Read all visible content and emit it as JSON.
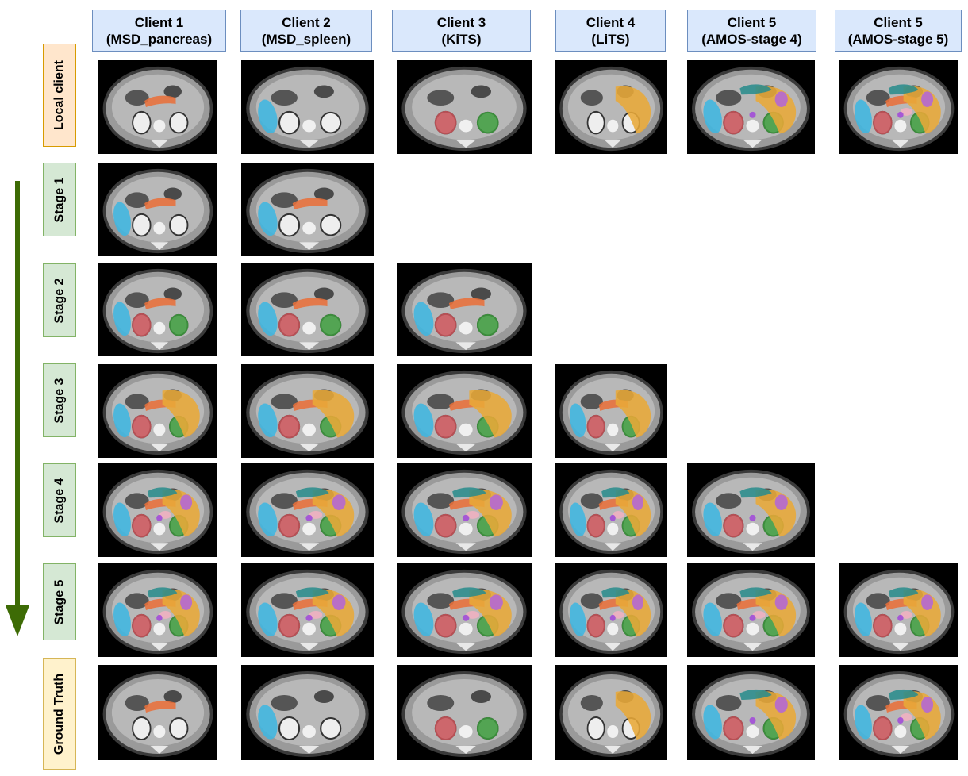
{
  "columns": [
    {
      "title": "Client 1\n(MSD_pancreas)"
    },
    {
      "title": "Client 2\n(MSD_spleen)"
    },
    {
      "title": "Client 3\n(KiTS)"
    },
    {
      "title": "Client 4\n(LiTS)"
    },
    {
      "title": "Client 5\n(AMOS-stage 4)"
    },
    {
      "title": "Client 5\n(AMOS-stage 5)"
    }
  ],
  "rows": [
    {
      "label": "Local client",
      "kind": "local"
    },
    {
      "label": "Stage 1",
      "kind": "stage"
    },
    {
      "label": "Stage 2",
      "kind": "stage"
    },
    {
      "label": "Stage 3",
      "kind": "stage"
    },
    {
      "label": "Stage 4",
      "kind": "stage"
    },
    {
      "label": "Stage 5",
      "kind": "stage"
    },
    {
      "label": "Ground Truth",
      "kind": "gt"
    }
  ],
  "arrow_color": "#3d6b05",
  "organ_colors": {
    "spleen": "#3fb6e0",
    "kidney_right": "#c8545a",
    "kidney_left": "#3e9a3e",
    "pancreas": "#e8703a",
    "liver": "#e8a838",
    "stomach": "#2a8c8c",
    "gallbladder": "#b366d6",
    "adrenal": "#f0b0c0",
    "aorta": "#a04ad8"
  },
  "cells": [
    {
      "row": 0,
      "col": 0,
      "organs": [
        "pancreas"
      ]
    },
    {
      "row": 0,
      "col": 1,
      "organs": [
        "spleen"
      ]
    },
    {
      "row": 0,
      "col": 2,
      "organs": [
        "kidney_right",
        "kidney_left"
      ]
    },
    {
      "row": 0,
      "col": 3,
      "organs": [
        "liver"
      ]
    },
    {
      "row": 0,
      "col": 4,
      "organs": [
        "spleen",
        "kidney_right",
        "kidney_left",
        "liver",
        "stomach",
        "gallbladder",
        "aorta"
      ]
    },
    {
      "row": 0,
      "col": 5,
      "organs": [
        "spleen",
        "kidney_right",
        "kidney_left",
        "pancreas",
        "liver",
        "stomach",
        "gallbladder",
        "adrenal",
        "aorta"
      ]
    },
    {
      "row": 1,
      "col": 0,
      "organs": [
        "spleen",
        "pancreas"
      ]
    },
    {
      "row": 1,
      "col": 1,
      "organs": [
        "spleen",
        "pancreas"
      ]
    },
    {
      "row": 2,
      "col": 0,
      "organs": [
        "spleen",
        "kidney_right",
        "kidney_left",
        "pancreas"
      ]
    },
    {
      "row": 2,
      "col": 1,
      "organs": [
        "spleen",
        "kidney_right",
        "kidney_left",
        "pancreas"
      ]
    },
    {
      "row": 2,
      "col": 2,
      "organs": [
        "spleen",
        "kidney_right",
        "kidney_left",
        "pancreas"
      ]
    },
    {
      "row": 3,
      "col": 0,
      "organs": [
        "spleen",
        "kidney_right",
        "kidney_left",
        "pancreas",
        "liver"
      ]
    },
    {
      "row": 3,
      "col": 1,
      "organs": [
        "spleen",
        "kidney_right",
        "kidney_left",
        "pancreas",
        "liver"
      ]
    },
    {
      "row": 3,
      "col": 2,
      "organs": [
        "spleen",
        "kidney_right",
        "kidney_left",
        "pancreas",
        "liver"
      ]
    },
    {
      "row": 3,
      "col": 3,
      "organs": [
        "spleen",
        "kidney_right",
        "kidney_left",
        "pancreas",
        "liver"
      ]
    },
    {
      "row": 4,
      "col": 0,
      "organs": [
        "spleen",
        "kidney_right",
        "kidney_left",
        "pancreas",
        "liver",
        "stomach",
        "gallbladder",
        "adrenal",
        "aorta"
      ]
    },
    {
      "row": 4,
      "col": 1,
      "organs": [
        "spleen",
        "kidney_right",
        "kidney_left",
        "pancreas",
        "liver",
        "stomach",
        "gallbladder",
        "adrenal",
        "aorta"
      ]
    },
    {
      "row": 4,
      "col": 2,
      "organs": [
        "spleen",
        "kidney_right",
        "kidney_left",
        "pancreas",
        "liver",
        "stomach",
        "gallbladder",
        "adrenal",
        "aorta"
      ]
    },
    {
      "row": 4,
      "col": 3,
      "organs": [
        "spleen",
        "kidney_right",
        "kidney_left",
        "pancreas",
        "liver",
        "stomach",
        "gallbladder",
        "adrenal",
        "aorta"
      ]
    },
    {
      "row": 4,
      "col": 4,
      "organs": [
        "spleen",
        "kidney_right",
        "kidney_left",
        "liver",
        "stomach",
        "gallbladder",
        "aorta"
      ]
    },
    {
      "row": 5,
      "col": 0,
      "organs": [
        "spleen",
        "kidney_right",
        "kidney_left",
        "pancreas",
        "liver",
        "stomach",
        "gallbladder",
        "adrenal",
        "aorta"
      ]
    },
    {
      "row": 5,
      "col": 1,
      "organs": [
        "spleen",
        "kidney_right",
        "kidney_left",
        "pancreas",
        "liver",
        "stomach",
        "gallbladder",
        "adrenal",
        "aorta"
      ]
    },
    {
      "row": 5,
      "col": 2,
      "organs": [
        "spleen",
        "kidney_right",
        "kidney_left",
        "pancreas",
        "liver",
        "stomach",
        "gallbladder",
        "adrenal",
        "aorta"
      ]
    },
    {
      "row": 5,
      "col": 3,
      "organs": [
        "spleen",
        "kidney_right",
        "kidney_left",
        "pancreas",
        "liver",
        "stomach",
        "gallbladder",
        "adrenal",
        "aorta"
      ]
    },
    {
      "row": 5,
      "col": 4,
      "organs": [
        "spleen",
        "kidney_right",
        "kidney_left",
        "pancreas",
        "liver",
        "stomach",
        "gallbladder",
        "adrenal",
        "aorta"
      ]
    },
    {
      "row": 5,
      "col": 5,
      "organs": [
        "spleen",
        "kidney_right",
        "kidney_left",
        "pancreas",
        "liver",
        "stomach",
        "gallbladder",
        "adrenal",
        "aorta"
      ]
    },
    {
      "row": 6,
      "col": 0,
      "organs": [
        "pancreas"
      ]
    },
    {
      "row": 6,
      "col": 1,
      "organs": [
        "spleen"
      ]
    },
    {
      "row": 6,
      "col": 2,
      "organs": [
        "kidney_right",
        "kidney_left"
      ]
    },
    {
      "row": 6,
      "col": 3,
      "organs": [
        "liver"
      ]
    },
    {
      "row": 6,
      "col": 4,
      "organs": [
        "spleen",
        "kidney_right",
        "kidney_left",
        "liver",
        "stomach",
        "gallbladder",
        "aorta"
      ]
    },
    {
      "row": 6,
      "col": 5,
      "organs": [
        "spleen",
        "kidney_right",
        "kidney_left",
        "pancreas",
        "liver",
        "stomach",
        "gallbladder",
        "adrenal",
        "aorta"
      ]
    }
  ]
}
